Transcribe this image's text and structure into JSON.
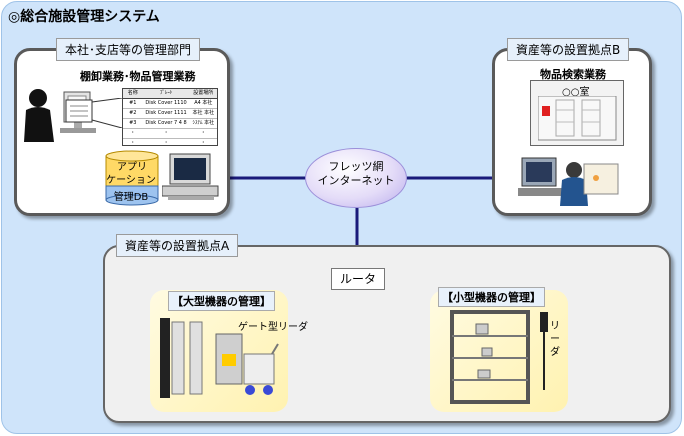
{
  "title": "◎総合施設管理システム",
  "panel_hq": {
    "label": "本社･支店等の管理部門",
    "subtitle": "棚卸業務･物品管理業務",
    "db_line1": "アプリ",
    "db_line2": "ケーション",
    "db_line3": "管理DB",
    "table_header": [
      "名称",
      "ﾌﾟﾚｰﾄ",
      "設置場所"
    ],
    "table_rows": [
      [
        "#1",
        "Disk Cover 1110",
        "A4 本社"
      ],
      [
        "#2",
        "Disk Cover 1111",
        "本社 本社"
      ],
      [
        "#3",
        "Disk Cover 7 4 8",
        "ｼｽﾃﾑ 本社"
      ],
      [
        "・",
        "・",
        "・"
      ],
      [
        "・",
        "・",
        "・"
      ]
    ]
  },
  "panel_b": {
    "label": "資産等の設置拠点B",
    "subtitle": "物品検索業務",
    "room": "○○室"
  },
  "network": {
    "line1": "フレッツ網",
    "line2": "インターネット"
  },
  "panel_a": {
    "label": "資産等の設置拠点A",
    "router": "ルータ",
    "large_title": "【大型機器の管理】",
    "gate_reader": "ゲート型リーダ",
    "small_title": "【小型機器の管理】",
    "reader": "リーダ"
  },
  "colors": {
    "outer_bg": "#cfe4fa",
    "network_line": "#1a1a7a",
    "zone_bg": "#fff2b0"
  }
}
